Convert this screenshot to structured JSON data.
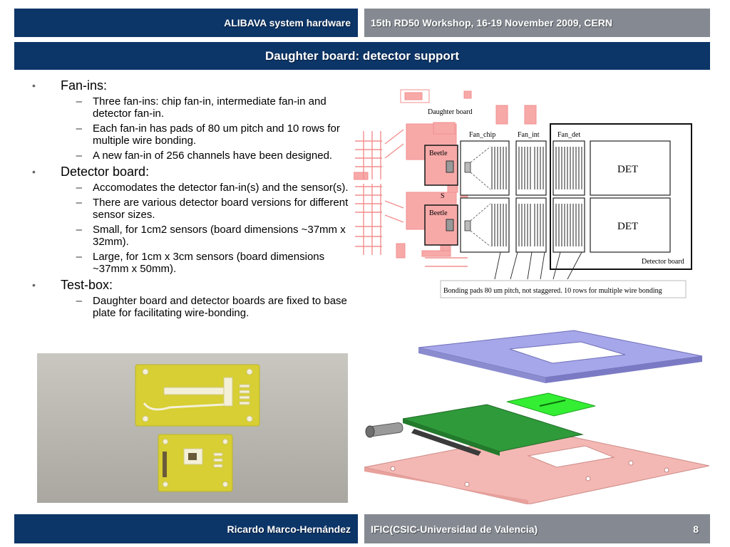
{
  "header": {
    "left": "ALIBAVA system hardware",
    "right": "15th RD50 Workshop, 16-19 November 2009, CERN"
  },
  "title": "Daughter board: detector support",
  "bullets": {
    "fanins": {
      "label": "Fan-ins:",
      "items": [
        "Three fan-ins: chip fan-in, intermediate fan-in and detector fan-in.",
        "Each fan-in has pads of 80 um pitch and 10 rows for multiple wire bonding.",
        "A new fan-in of 256 channels have been designed."
      ]
    },
    "detector": {
      "label": "Detector board:",
      "items": [
        "Accomodates the detector fan-in(s) and the sensor(s).",
        "There are various detector board versions for different sensor sizes.",
        "Small, for 1cm2 sensors (board dimensions ~37mm x 32mm).",
        "Large, for 1cm x 3cm sensors (board dimensions ~37mm x 50mm)."
      ]
    },
    "testbox": {
      "label": "Test-box:",
      "items": [
        "Daughter board and detector boards are fixed to base plate for facilitating wire-bonding."
      ]
    },
    "bullet_glyph": "•",
    "dash_glyph": "–"
  },
  "schematic": {
    "daughter_board": "Daughter board",
    "fan_chip": "Fan_chip",
    "fan_int": "Fan_int",
    "fan_det": "Fan_det",
    "beetle_1": "Beetle",
    "beetle_2": "Beetle",
    "s_label": "S",
    "det_1": "DET",
    "det_2": "DET",
    "detector_board": "Detector board",
    "caption": "Bonding pads 80 um pitch, not staggered. 10 rows for multiple wire bonding"
  },
  "footer": {
    "author": "Ricardo Marco-Hernández",
    "institution": "IFIC(CSIC-Universidad de Valencia)",
    "page": "8"
  },
  "colors": {
    "navy": "#0c3568",
    "grey": "#858a92",
    "board_pink": "#f7a9a8",
    "plate_lilac": "#a6a6ea",
    "pcb_green": "#2f9a3a",
    "bright_green": "#33ee33",
    "photo_yellow": "#d7cf33"
  }
}
